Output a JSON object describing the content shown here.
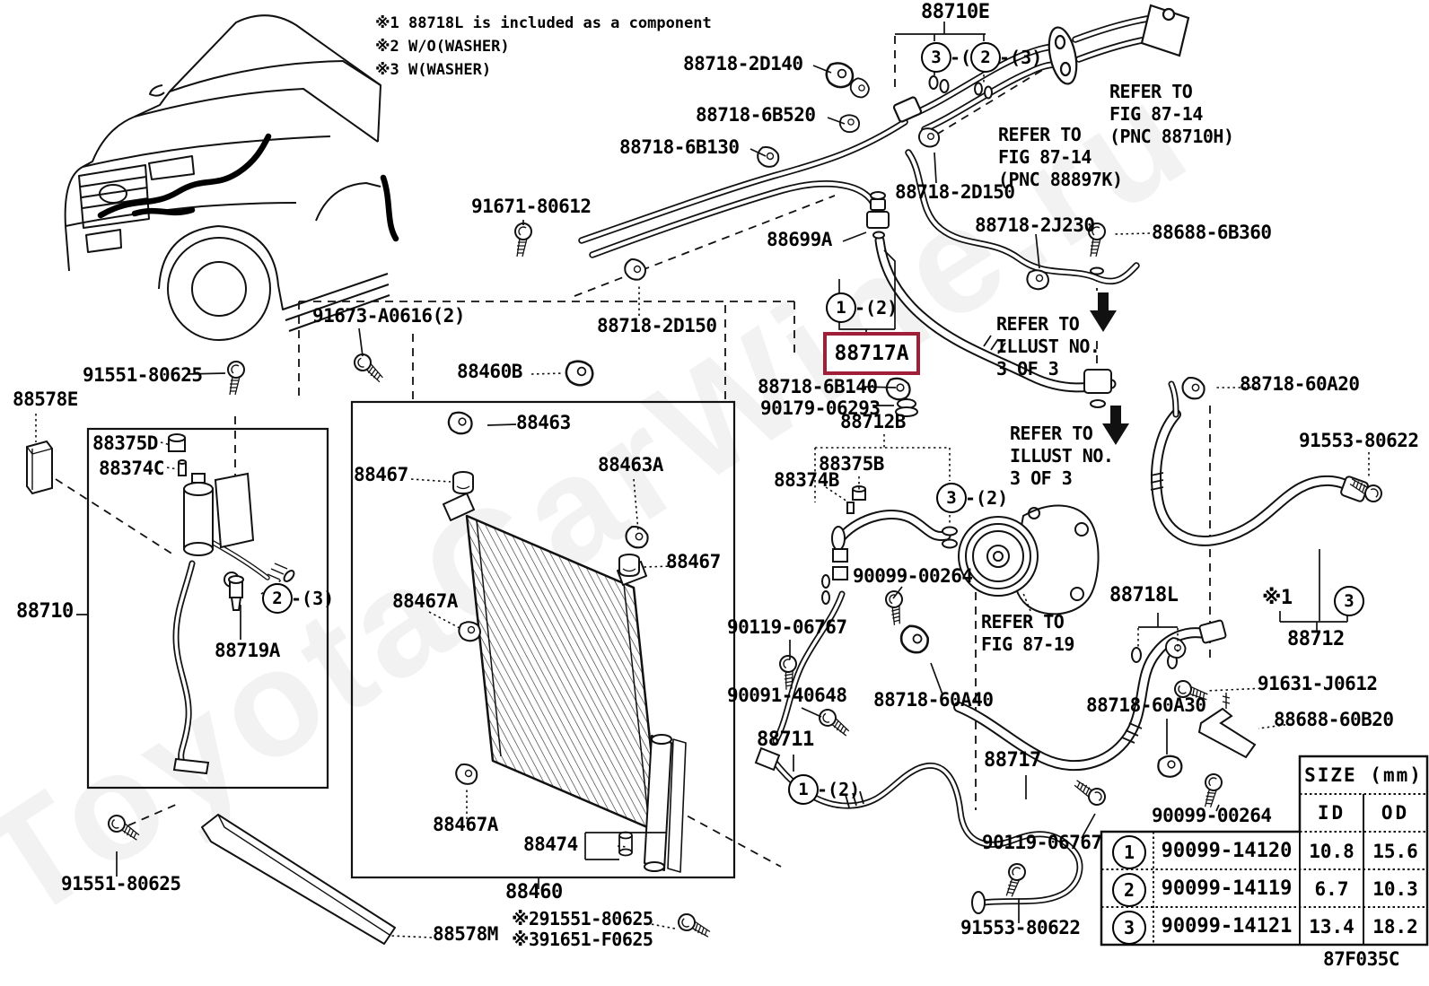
{
  "watermark": "ToyotaCarWine.ru",
  "notes": [
    "※1 88718L is included as a component",
    "※2 W/O(WASHER)",
    "※3 W(WASHER)"
  ],
  "refer": {
    "fig1410h": "REFER TO\nFIG 87-14\n(PNC 88710H)",
    "fig1497k": "REFER TO\nFIG 87-14\n(PNC 88897K)",
    "illust1": "REFER TO\nILLUST NO.\n3 OF 3",
    "illust2": "REFER TO\nILLUST NO.\n3 OF 3",
    "fig19": "REFER TO\nFIG 87-19"
  },
  "labels": {
    "p88710e": "88710E",
    "p2d140": "88718-2D140",
    "p6b520": "88718-6B520",
    "p6b130": "88718-6B130",
    "p2d150a": "88718-2D150",
    "p2j230": "88718-2J230",
    "p6b360": "88688-6B360",
    "p88699a": "88699A",
    "p91671": "91671-80612",
    "p2d150b": "88718-2D150",
    "p88717a": "88717A",
    "p6b140": "88718-6B140",
    "p90179": "90179-06293",
    "p88712b": "88712B",
    "p88375b": "88375B",
    "p88374b": "88374B",
    "p60a20": "88718-60A20",
    "p91553a": "91553-80622",
    "p88578e": "88578E",
    "p91551a": "91551-80625",
    "p88375d": "88375D",
    "p88374c": "88374C",
    "p91673": "91673-A0616(2)",
    "p88460b": "88460B",
    "p88463": "88463",
    "p88467l": "88467",
    "p88463a": "88463A",
    "p88467r": "88467",
    "p88467am": "88467A",
    "p88710": "88710",
    "p88719a": "88719A",
    "p90099m": "90099-00264",
    "p90119a": "90119-06767",
    "p90091": "90091-40648",
    "p88711": "88711",
    "p60a40": "88718-60A40",
    "p88718l": "88718L",
    "p88717": "88717",
    "p60a30": "88718-60A30",
    "p91631": "91631-J0612",
    "p60b20": "88688-60B20",
    "p90099b": "90099-00264",
    "p90119b": "90119-06767",
    "p91553b": "91553-80622",
    "p88467abl": "88467A",
    "p88474": "88474",
    "p88460": "88460",
    "pnote2": "※291551-80625",
    "pnote3": "※391651-F0625",
    "p88578m": "88578M",
    "p91551b": "91551-80625",
    "p88712": "88712",
    "star1": "※1"
  },
  "callouts": {
    "c1": "1",
    "c2": "2",
    "c3": "3",
    "sfx2": "-(2)",
    "sfx3": "-(3)"
  },
  "table": {
    "size_header": "SIZE (mm)",
    "col_id": "ID",
    "col_od": "OD",
    "rows": [
      {
        "num": "1",
        "part": "90099-14120",
        "id": "10.8",
        "od": "15.6"
      },
      {
        "num": "2",
        "part": "90099-14119",
        "id": "6.7",
        "od": "10.3"
      },
      {
        "num": "3",
        "part": "90099-14121",
        "id": "13.4",
        "od": "18.2"
      }
    ]
  },
  "figure_code": "87F035C"
}
